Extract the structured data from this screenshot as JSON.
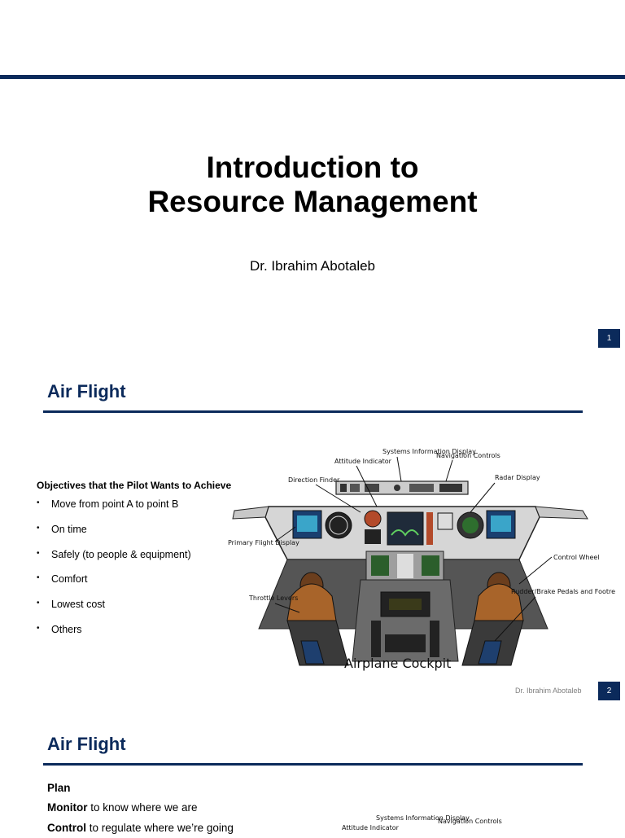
{
  "slide1": {
    "title_line1": "Introduction to",
    "title_line2": "Resource Management",
    "author": "Dr. Ibrahim Abotaleb",
    "page_number": "1"
  },
  "slide2": {
    "title": "Air Flight",
    "objectives_heading": "Objectives that the Pilot Wants to Achieve",
    "bullets": [
      "Move from point A to point B",
      "On time",
      "Safely (to people & equipment)",
      "Comfort",
      "Lowest cost",
      "Others"
    ],
    "figure": {
      "caption": "Airplane Cockpit",
      "labels": {
        "systems_display": "Systems Information Display",
        "attitude_indicator": "Attitude Indicator",
        "navigation_controls": "Navigation Controls",
        "direction_finder": "Direction Finder",
        "radar_display": "Radar Display",
        "primary_flight_display": "Primary Flight Display",
        "control_wheel": "Control Wheel",
        "throttle_levers": "Throttle Levers",
        "rudder_pedals": "Rudder/Brake Pedals and Footrests"
      }
    },
    "footer": "Dr. Ibrahim Abotaleb",
    "page_number": "2"
  },
  "slide3": {
    "title": "Air Flight",
    "plan": "Plan",
    "monitor_bold": "Monitor",
    "monitor_rest": " to know where we are",
    "control_bold": "Control",
    "control_rest": " to regulate where we’re going",
    "figure_labels": {
      "systems_display": "Systems Information Display",
      "attitude_indicator": "Attitude Indicator",
      "navigation_controls": "Navigation Controls"
    }
  },
  "colors": {
    "accent": "#0b2a5b",
    "footer_text": "#808080"
  }
}
